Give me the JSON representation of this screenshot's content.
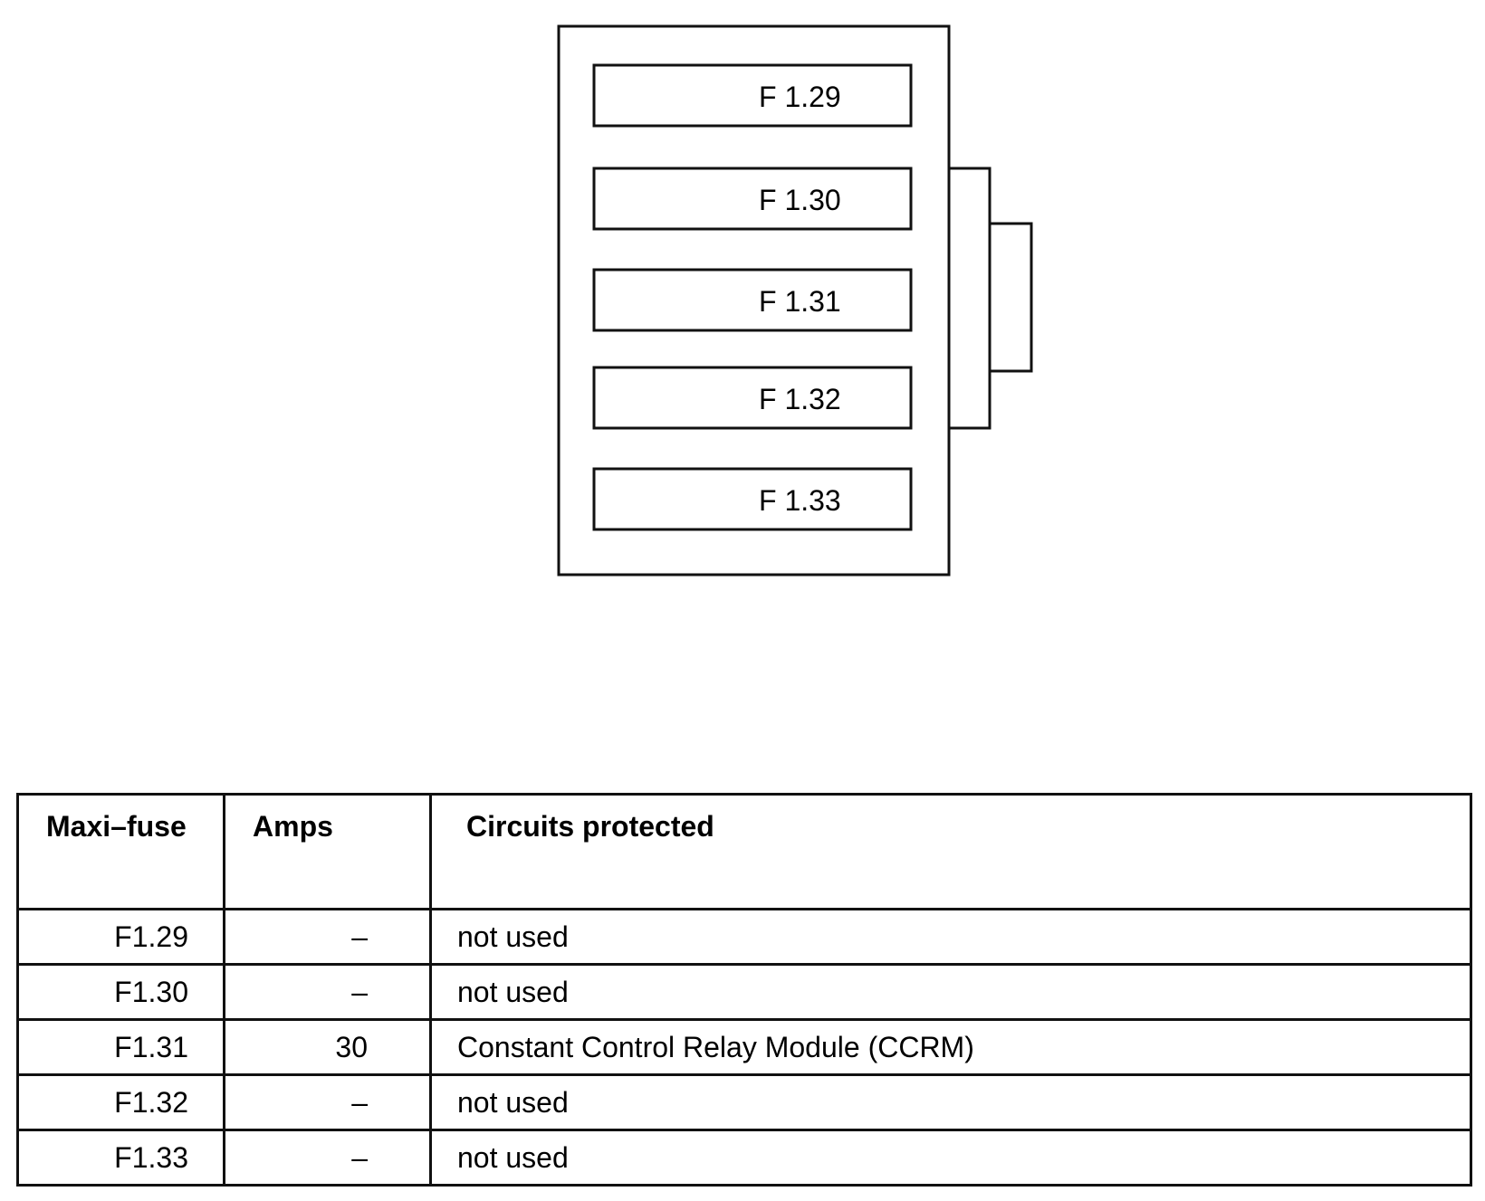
{
  "diagram": {
    "fuses": [
      "F 1.29",
      "F 1.30",
      "F 1.31",
      "F 1.32",
      "F 1.33"
    ]
  },
  "table": {
    "headers": [
      "Maxi–fuse",
      "Amps",
      "Circuits protected"
    ],
    "rows": [
      [
        "F1.29",
        "–",
        "not used"
      ],
      [
        "F1.30",
        "–",
        "not used"
      ],
      [
        "F1.31",
        "30",
        "Constant Control Relay Module (CCRM)"
      ],
      [
        "F1.32",
        "–",
        "not used"
      ],
      [
        "F1.33",
        "–",
        "not used"
      ]
    ]
  }
}
